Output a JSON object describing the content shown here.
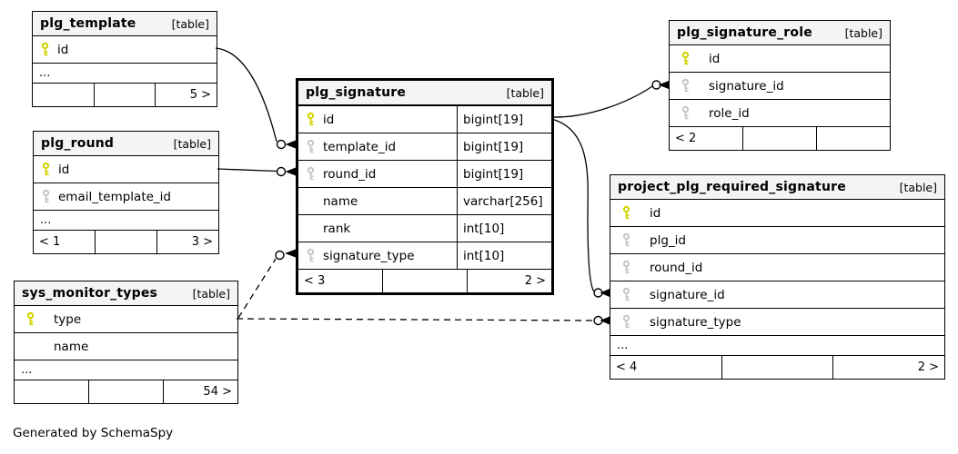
{
  "caption": "Generated by SchemaSpy",
  "colors": {
    "pk": "#d2d200",
    "fk": "#c6c6c6",
    "header_bg": "#f4f4f4",
    "border": "#000000"
  },
  "tables": {
    "plg_template": {
      "title": "plg_template",
      "tag": "[table]",
      "cols": [
        {
          "name": "id",
          "key": "pk"
        }
      ],
      "ellipsis": "...",
      "footer": {
        "left": "",
        "mid": "",
        "right": "5 >"
      }
    },
    "plg_round": {
      "title": "plg_round",
      "tag": "[table]",
      "cols": [
        {
          "name": "id",
          "key": "pk"
        },
        {
          "name": "email_template_id",
          "key": "fk"
        }
      ],
      "ellipsis": "...",
      "footer": {
        "left": "< 1",
        "mid": "",
        "right": "3 >"
      }
    },
    "plg_signature": {
      "title": "plg_signature",
      "tag": "[table]",
      "cols": [
        {
          "name": "id",
          "type": "bigint[19]",
          "key": "pk"
        },
        {
          "name": "template_id",
          "type": "bigint[19]",
          "key": "fk"
        },
        {
          "name": "round_id",
          "type": "bigint[19]",
          "key": "fk"
        },
        {
          "name": "name",
          "type": "varchar[256]",
          "key": ""
        },
        {
          "name": "rank",
          "type": "int[10]",
          "key": ""
        },
        {
          "name": "signature_type",
          "type": "int[10]",
          "key": "fk"
        }
      ],
      "footer": {
        "left": "< 3",
        "mid": "",
        "right": "2 >"
      }
    },
    "plg_signature_role": {
      "title": "plg_signature_role",
      "tag": "[table]",
      "cols": [
        {
          "name": "id",
          "key": "pk"
        },
        {
          "name": "signature_id",
          "key": "fk"
        },
        {
          "name": "role_id",
          "key": "fk"
        }
      ],
      "footer": {
        "left": "< 2",
        "mid": "",
        "right": ""
      }
    },
    "project_plg_required_signature": {
      "title": "project_plg_required_signature",
      "tag": "[table]",
      "cols": [
        {
          "name": "id",
          "key": "pk"
        },
        {
          "name": "plg_id",
          "key": "fk"
        },
        {
          "name": "round_id",
          "key": "fk"
        },
        {
          "name": "signature_id",
          "key": "fk"
        },
        {
          "name": "signature_type",
          "key": "fk"
        }
      ],
      "ellipsis": "...",
      "footer": {
        "left": "< 4",
        "mid": "",
        "right": "2 >"
      }
    },
    "sys_monitor_types": {
      "title": "sys_monitor_types",
      "tag": "[table]",
      "cols": [
        {
          "name": "type",
          "key": "pk"
        },
        {
          "name": "name",
          "key": ""
        }
      ],
      "ellipsis": "...",
      "footer": {
        "left": "",
        "mid": "",
        "right": "54 >"
      }
    }
  }
}
